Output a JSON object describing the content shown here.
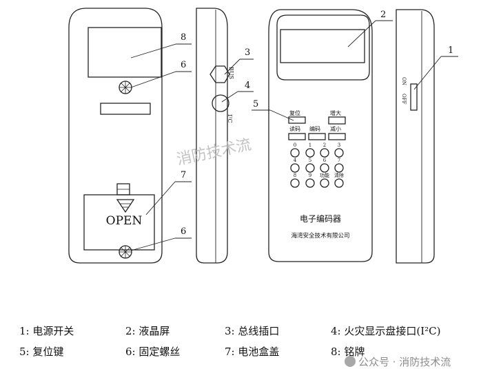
{
  "device_front": {
    "open_label": "OPEN"
  },
  "encoder_panel": {
    "btn_reset": "复位",
    "btn_increase": "增大",
    "btn_read": "读码",
    "btn_encode": "编码",
    "btn_decrease": "减小",
    "keys": [
      "0",
      "1",
      "2",
      "3",
      "4",
      "5",
      "6",
      "7",
      "8",
      "9",
      "功能",
      "清除"
    ],
    "device_name": "电子编码器",
    "manufacturer": "海湾安全技术有限公司"
  },
  "side_labels": {
    "bus": "BUS",
    "i2c": "I²C",
    "on": "ON",
    "off": "OFF"
  },
  "callouts": [
    "1",
    "2",
    "3",
    "4",
    "5",
    "6",
    "7",
    "8",
    "6"
  ],
  "legend": {
    "row1": [
      {
        "num": "1:",
        "text": "电源开关"
      },
      {
        "num": "2:",
        "text": "液晶屏"
      },
      {
        "num": "3:",
        "text": "总线插口"
      },
      {
        "num": "4:",
        "text": "火灾显示盘接口(I²C)"
      }
    ],
    "row2": [
      {
        "num": "5:",
        "text": "复位键"
      },
      {
        "num": "6:",
        "text": "固定螺丝"
      },
      {
        "num": "7:",
        "text": "电池盒盖"
      },
      {
        "num": "8:",
        "text": "铭牌"
      }
    ]
  },
  "watermark_center": "消防技术流",
  "watermark_corner": "公众号 · 消防技术流"
}
